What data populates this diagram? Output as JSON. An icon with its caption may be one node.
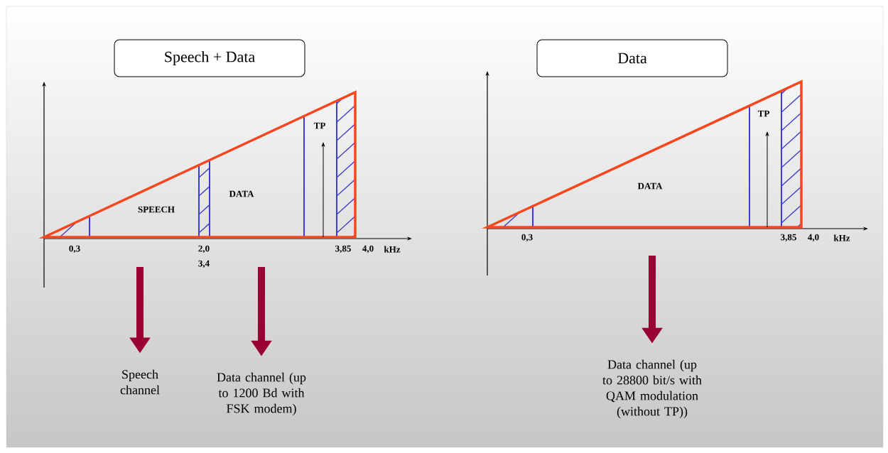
{
  "diagram": {
    "nodes": [
      {
        "text": [
          "Speech + Data"
        ]
      },
      {
        "text": [
          "Data"
        ]
      },
      {
        "text": [
          "Speech channel"
        ]
      },
      {
        "text": [
          "Data channel (up to 1200 Bd with FSK modem)"
        ]
      },
      {
        "text": [
          "Data channel (up to 28800 bit/s with QAM modulation (without TP))"
        ]
      }
    ],
    "edges": [
      {
        "from": null,
        "to": 2,
        "arrow": "to",
        "color": "#990033"
      },
      {
        "from": null,
        "to": 3,
        "arrow": "to",
        "color": "#990033"
      },
      {
        "from": null,
        "to": 4,
        "arrow": "to",
        "color": "#990033"
      }
    ],
    "labels": [
      "TP",
      "DATA",
      "SPEECH",
      "0,3",
      "2,0",
      "3,85",
      "4,0",
      "kHz",
      "3,4",
      "TP",
      "DATA",
      "0,3",
      "3,85",
      "4,0",
      "kHz"
    ]
  }
}
